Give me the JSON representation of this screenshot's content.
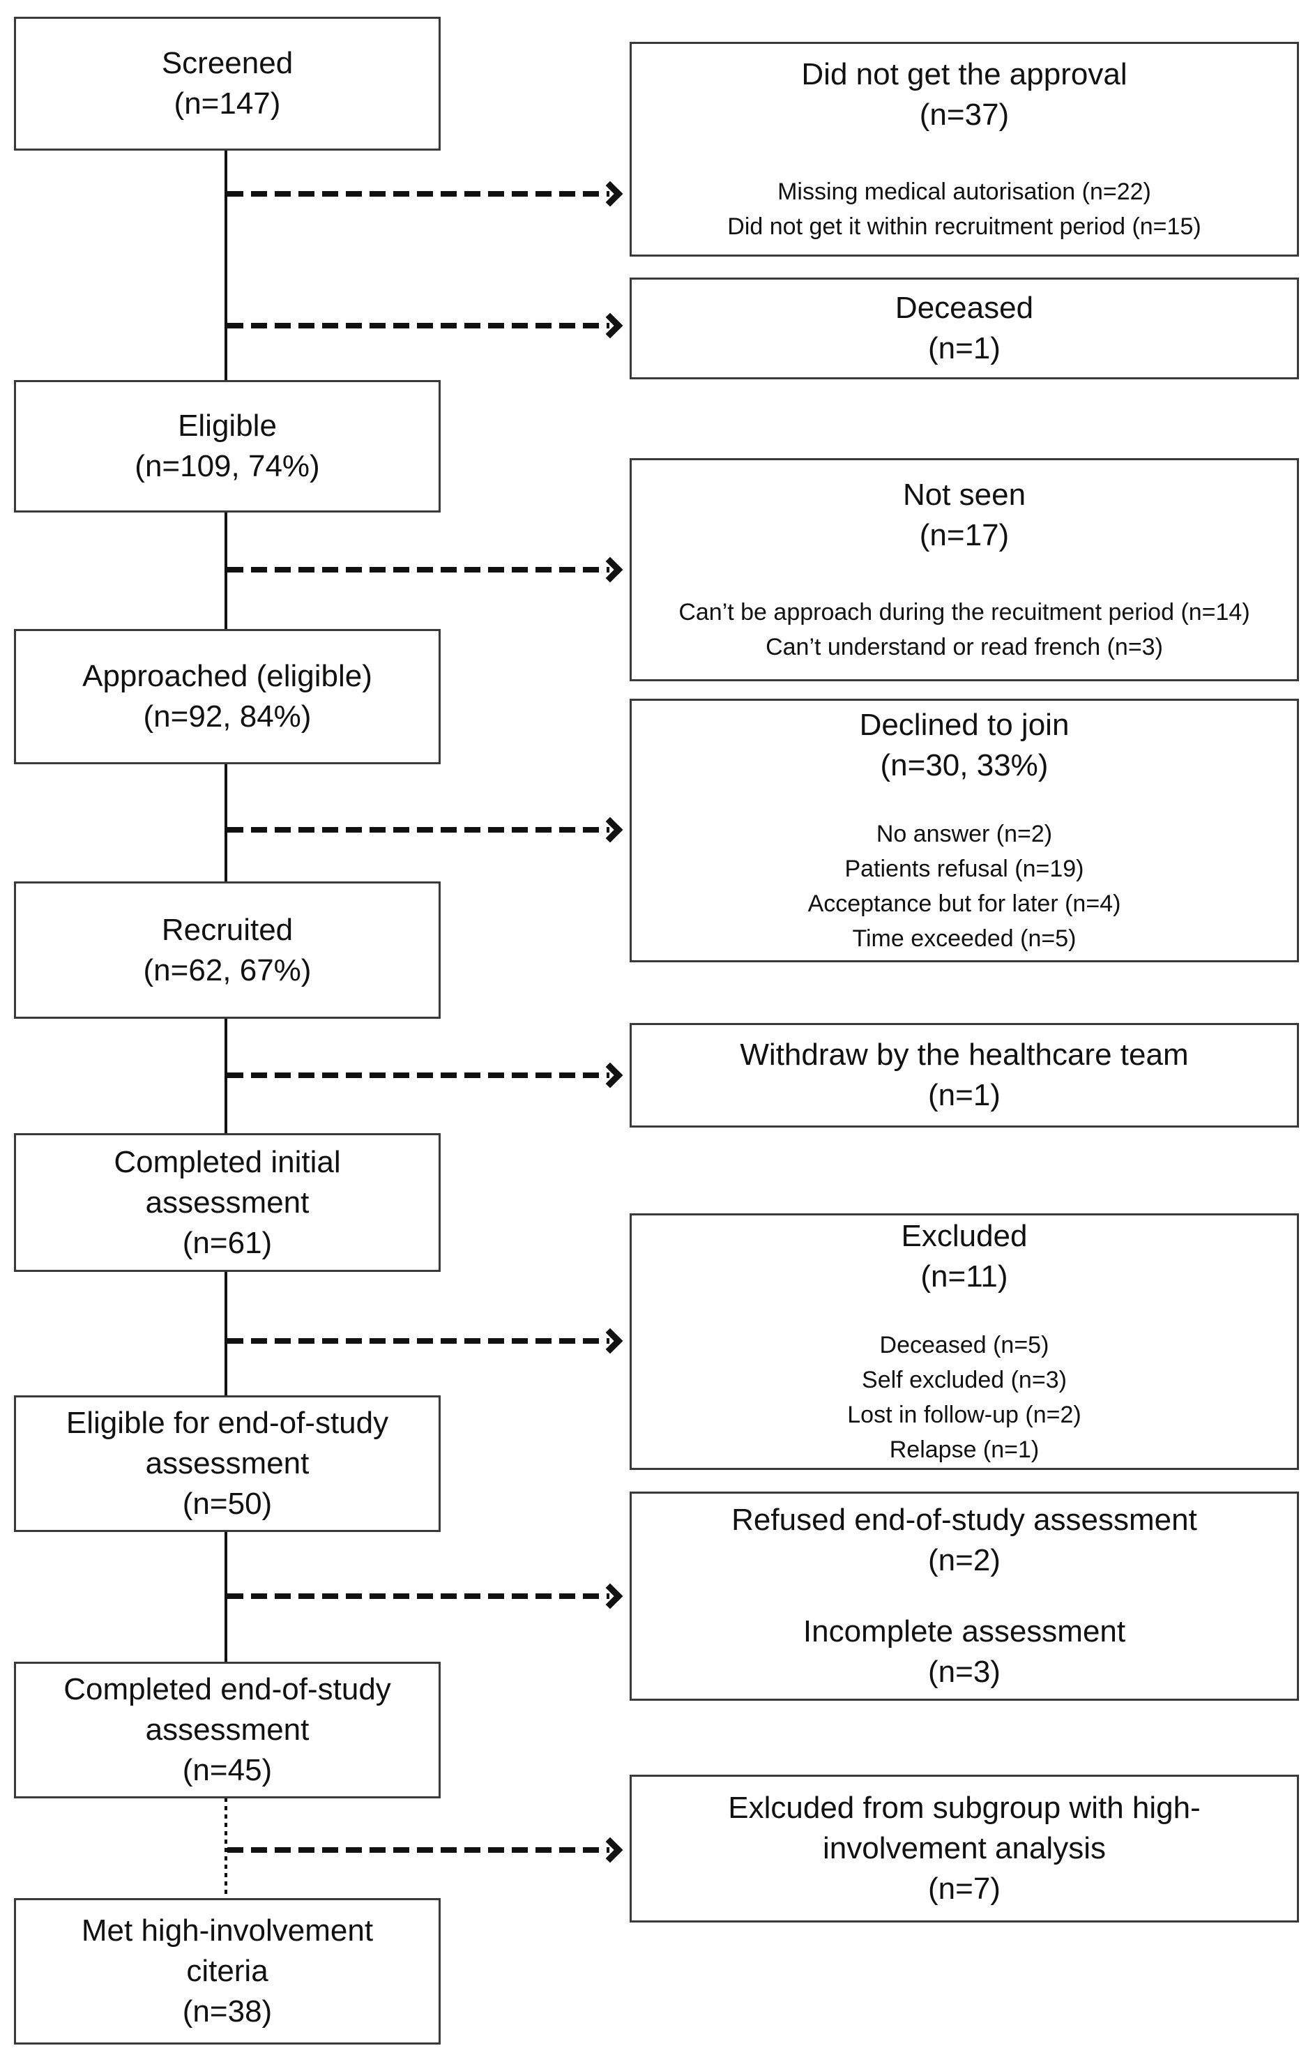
{
  "colors": {
    "background": "#ffffff",
    "box_border": "#3a3a3a",
    "text": "#111111",
    "connector": "#111111"
  },
  "flow": {
    "left_boxes": [
      {
        "id": "screened",
        "lines": [
          "Screened",
          "(n=147)"
        ]
      },
      {
        "id": "eligible",
        "lines": [
          "Eligible",
          "(n=109, 74%)"
        ]
      },
      {
        "id": "approached",
        "lines": [
          "Approached (eligible)",
          "(n=92, 84%)"
        ]
      },
      {
        "id": "recruited",
        "lines": [
          "Recruited",
          "(n=62, 67%)"
        ]
      },
      {
        "id": "completed-initial",
        "lines": [
          "Completed initial",
          "assessment",
          "(n=61)"
        ]
      },
      {
        "id": "eligible-end-of-study",
        "lines": [
          "Eligible for end-of-study",
          "assessment",
          "(n=50)"
        ]
      },
      {
        "id": "completed-end-of-study",
        "lines": [
          "Completed end-of-study",
          "assessment",
          "(n=45)"
        ]
      },
      {
        "id": "met-high-involvement",
        "lines": [
          "Met high-involvement",
          "citeria",
          "(n=38)"
        ]
      }
    ],
    "right_boxes": [
      {
        "id": "did-not-get-approval",
        "title_lines": [
          "Did not get the approval",
          "(n=37)"
        ],
        "detail_lines": [
          "Missing medical autorisation (n=22)",
          "Did not get it within recruitment period (n=15)"
        ]
      },
      {
        "id": "deceased",
        "title_lines": [
          "Deceased",
          "(n=1)"
        ],
        "detail_lines": []
      },
      {
        "id": "not-seen",
        "title_lines": [
          "Not seen",
          "(n=17)"
        ],
        "detail_lines": [
          "Can’t be approach during the recuitment period (n=14)",
          "Can’t understand or read french (n=3)"
        ]
      },
      {
        "id": "declined-to-join",
        "title_lines": [
          "Declined to join",
          "(n=30, 33%)"
        ],
        "detail_lines": [
          "No answer (n=2)",
          "Patients refusal (n=19)",
          "Acceptance but for later (n=4)",
          "Time exceeded (n=5)"
        ]
      },
      {
        "id": "withdraw-healthcare-team",
        "title_lines": [
          "Withdraw by the healthcare team",
          "(n=1)"
        ],
        "detail_lines": []
      },
      {
        "id": "excluded",
        "title_lines": [
          "Excluded",
          "(n=11)"
        ],
        "detail_lines": [
          "Deceased (n=5)",
          "Self excluded (n=3)",
          "Lost in follow-up (n=2)",
          "Relapse (n=1)"
        ]
      },
      {
        "id": "refused-end-of-study",
        "title_lines": [
          "Refused end-of-study assessment",
          "(n=2)"
        ],
        "title2_lines": [
          "Incomplete assessment",
          "(n=3)"
        ],
        "detail_lines": []
      },
      {
        "id": "excluded-subgroup",
        "title_lines": [
          "Exlcuded from subgroup with high-",
          "involvement analysis",
          "(n=7)"
        ],
        "detail_lines": []
      }
    ],
    "connectors": [
      {
        "from": "screened",
        "to": "eligible",
        "style": "solid-line"
      },
      {
        "from": "eligible",
        "to": "approached",
        "style": "solid-line"
      },
      {
        "from": "approached",
        "to": "recruited",
        "style": "solid-line"
      },
      {
        "from": "recruited",
        "to": "completed-initial",
        "style": "solid-line"
      },
      {
        "from": "completed-initial",
        "to": "eligible-end-of-study",
        "style": "solid-line"
      },
      {
        "from": "eligible-end-of-study",
        "to": "completed-end-of-study",
        "style": "solid-line"
      },
      {
        "from": "completed-end-of-study",
        "to": "met-high-involvement",
        "style": "dotted-line"
      },
      {
        "from": "trunk",
        "to": "did-not-get-approval",
        "style": "dashed-arrow"
      },
      {
        "from": "trunk",
        "to": "deceased",
        "style": "dashed-arrow"
      },
      {
        "from": "trunk",
        "to": "not-seen",
        "style": "dashed-arrow"
      },
      {
        "from": "trunk",
        "to": "declined-to-join",
        "style": "dashed-arrow"
      },
      {
        "from": "trunk",
        "to": "withdraw-healthcare-team",
        "style": "dashed-arrow"
      },
      {
        "from": "trunk",
        "to": "excluded",
        "style": "dashed-arrow"
      },
      {
        "from": "trunk",
        "to": "refused-end-of-study",
        "style": "dashed-arrow"
      },
      {
        "from": "trunk",
        "to": "excluded-subgroup",
        "style": "dashed-arrow"
      }
    ]
  }
}
